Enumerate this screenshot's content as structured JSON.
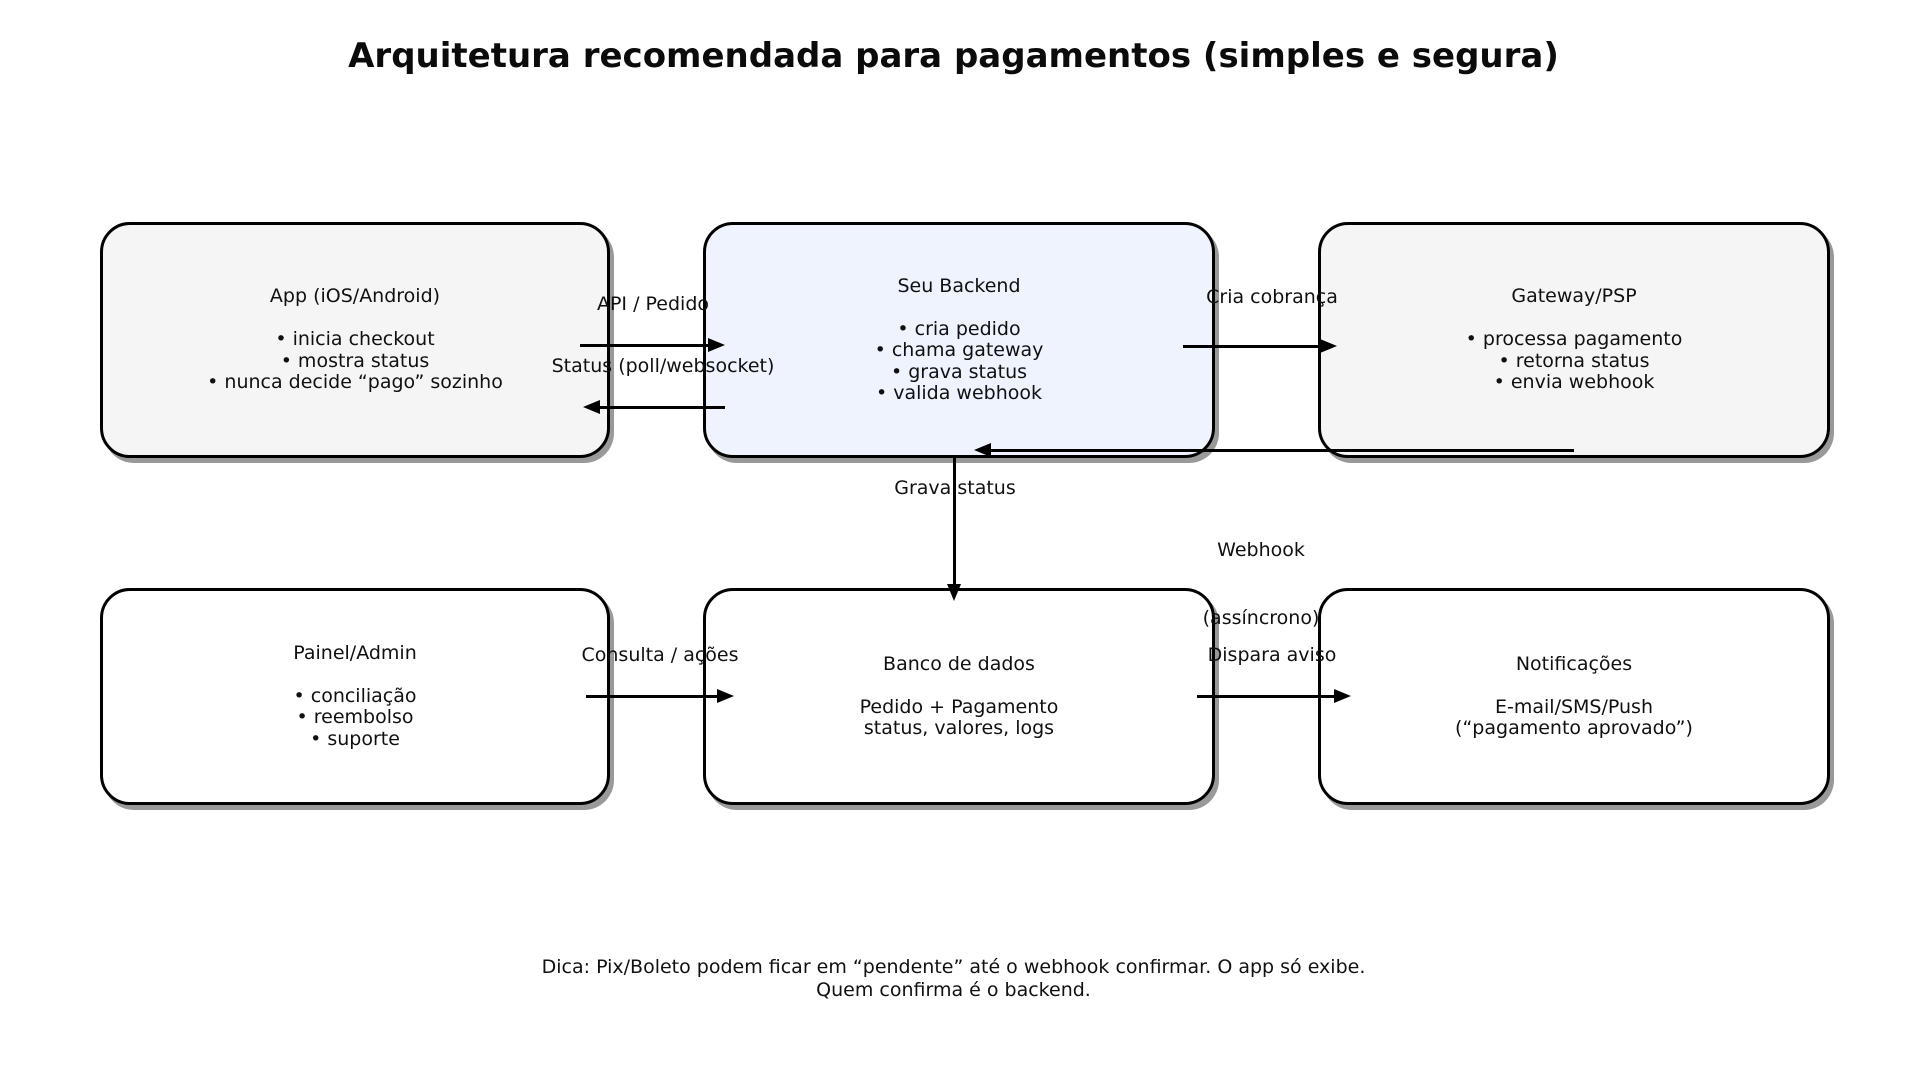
{
  "title": "Arquitetura recomendada para pagamentos (simples e segura)",
  "boxes": {
    "app": {
      "title": "App (iOS/Android)",
      "lines": [
        "• inicia checkout",
        "• mostra status",
        "• nunca decide “pago” sozinho"
      ]
    },
    "backend": {
      "title": "Seu Backend",
      "lines": [
        "• cria pedido",
        "• chama gateway",
        "• grava status",
        "• valida webhook"
      ]
    },
    "gateway": {
      "title": "Gateway/PSP",
      "lines": [
        "• processa pagamento",
        "• retorna status",
        "• envia webhook"
      ]
    },
    "painel": {
      "title": "Painel/Admin",
      "lines": [
        "• conciliação",
        "• reembolso",
        "• suporte"
      ]
    },
    "banco": {
      "title": "Banco de dados",
      "lines": [
        "Pedido + Pagamento",
        "status, valores, logs"
      ]
    },
    "notificacoes": {
      "title": "Notificações",
      "lines": [
        "E-mail/SMS/Push",
        "(“pagamento aprovado”)"
      ]
    }
  },
  "connectors": {
    "api_pedido": "API / Pedido",
    "status_poll": "Status (poll/websocket)",
    "cria_cobranca": "Cria cobrança",
    "grava_status": "Grava status",
    "webhook_line1": "Webhook",
    "webhook_line2": "(assíncrono)",
    "consulta_acoes": "Consulta / ações",
    "dispara_aviso": "Dispara aviso"
  },
  "footer": {
    "line1": "Dica: Pix/Boleto podem ficar em “pendente” até o webhook confirmar. O app só exibe.",
    "line2": "Quem confirma é o backend."
  },
  "colors": {
    "box_neutral_fill": "#f5f5f5",
    "box_backend_fill": "#eef3fd",
    "box_white_fill": "#ffffff",
    "stroke": "#000000"
  }
}
